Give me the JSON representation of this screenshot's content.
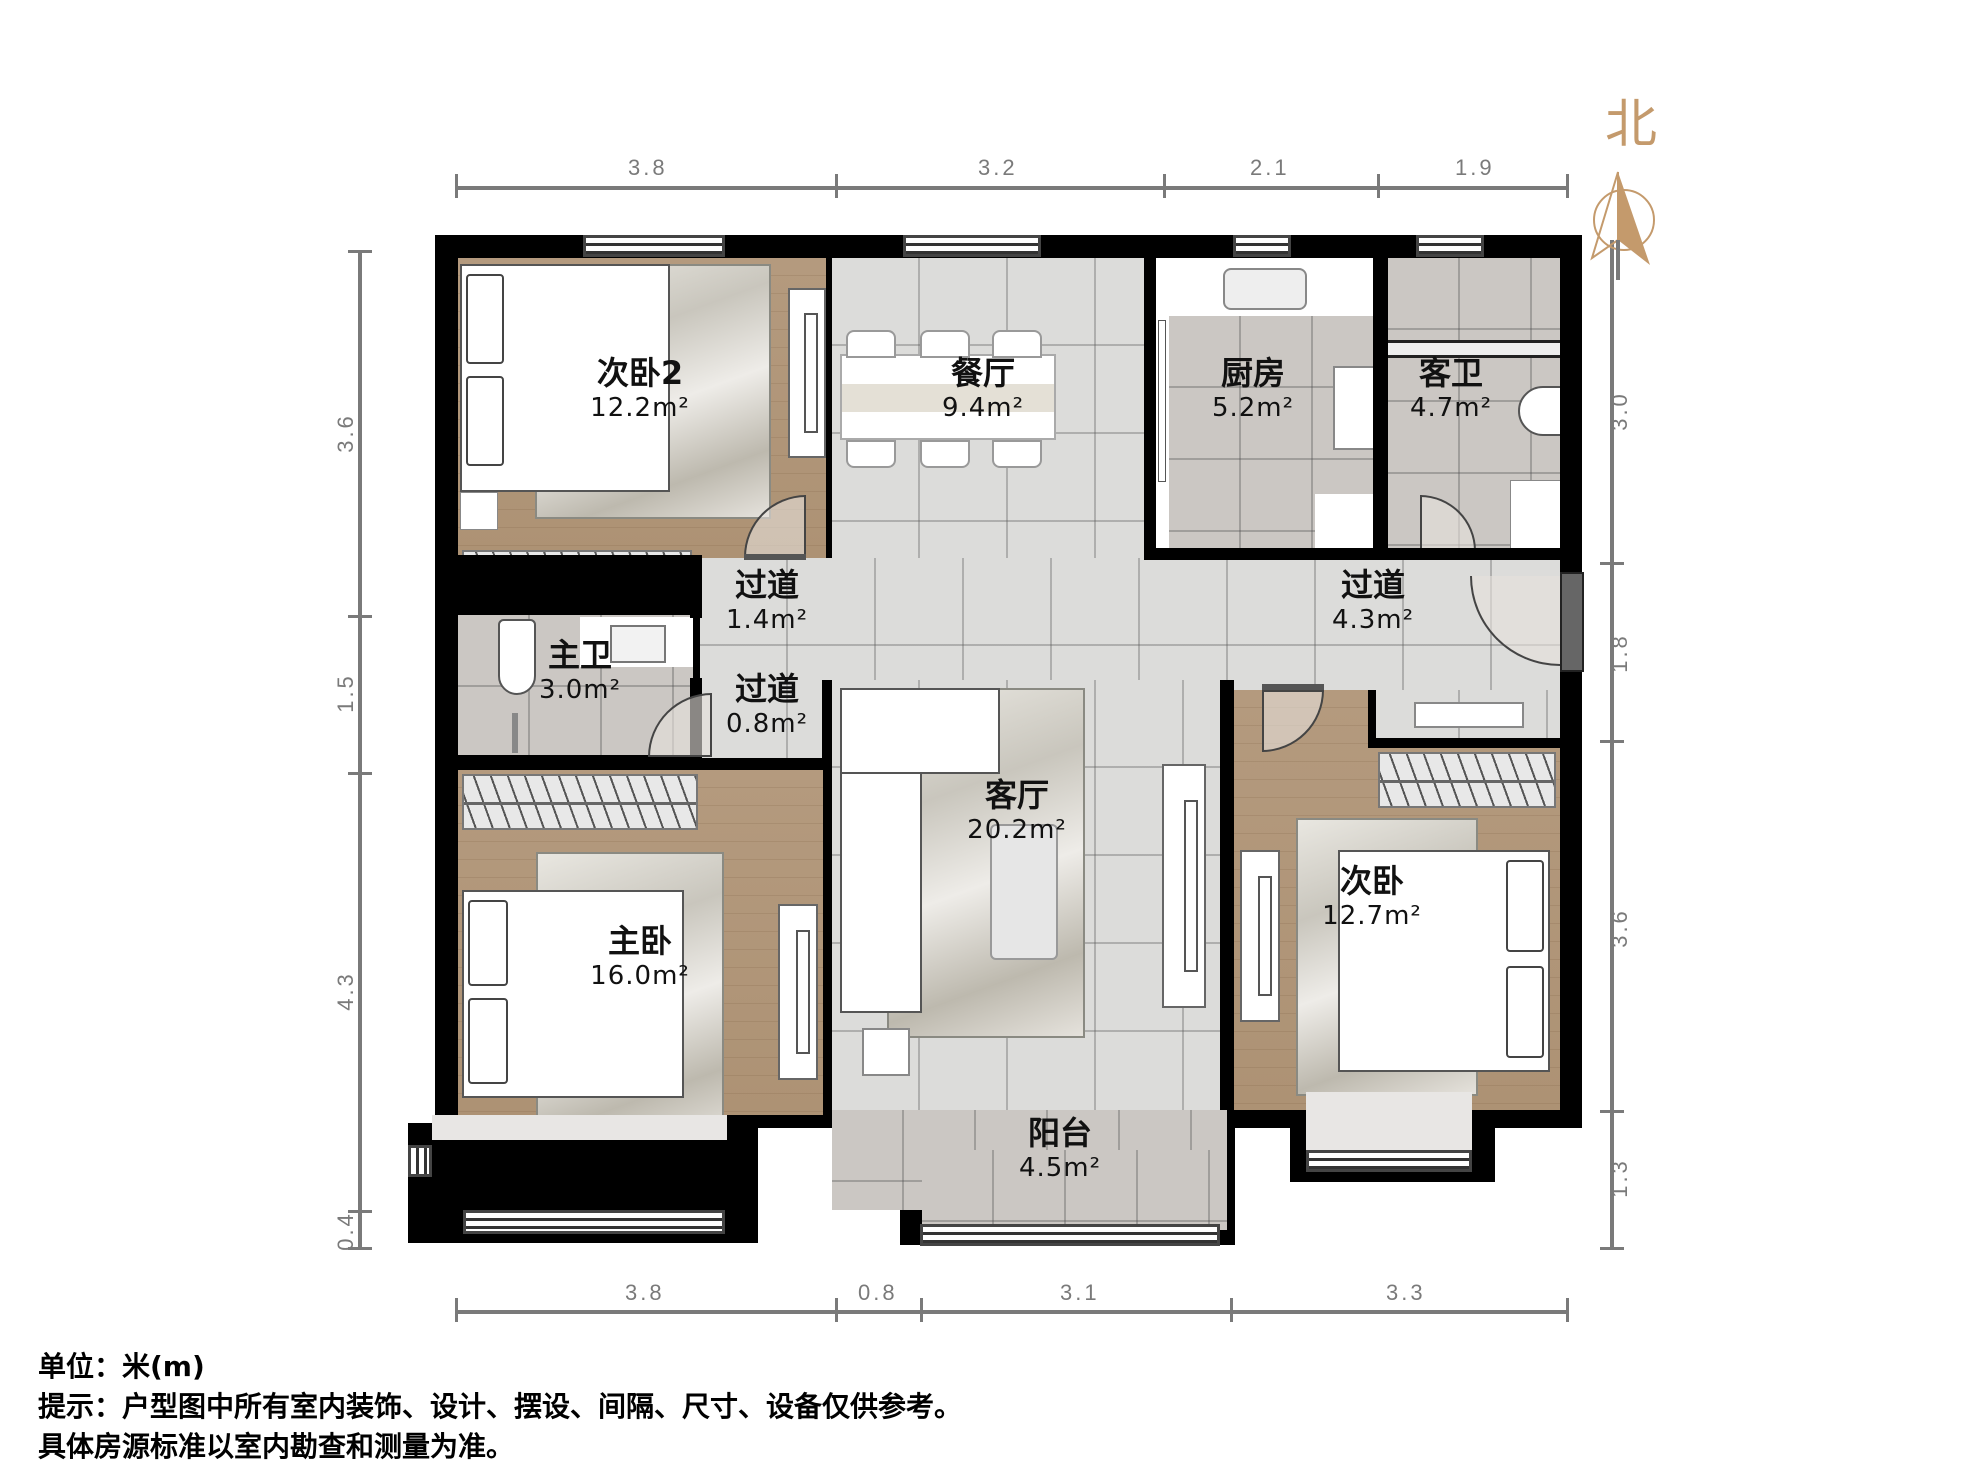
{
  "compass": {
    "label": "北",
    "color": "#c49a6c"
  },
  "dimensions": {
    "top": [
      {
        "label": "3.8"
      },
      {
        "label": "3.2"
      },
      {
        "label": "2.1"
      },
      {
        "label": "1.9"
      }
    ],
    "bottom": [
      {
        "label": "3.8"
      },
      {
        "label": "0.8"
      },
      {
        "label": "3.1"
      },
      {
        "label": "3.3"
      }
    ],
    "left": [
      {
        "label": "3.6"
      },
      {
        "label": "1.5"
      },
      {
        "label": "4.3"
      },
      {
        "label": "0.4"
      }
    ],
    "right": [
      {
        "label": "3.0"
      },
      {
        "label": "1.8"
      },
      {
        "label": "3.6"
      },
      {
        "label": "1.3"
      }
    ]
  },
  "rooms": {
    "bedroom2": {
      "name": "次卧2",
      "area": "12.2m²"
    },
    "dining": {
      "name": "餐厅",
      "area": "9.4m²"
    },
    "kitchen": {
      "name": "厨房",
      "area": "5.2m²"
    },
    "guest_bath": {
      "name": "客卫",
      "area": "4.7m²"
    },
    "hall1": {
      "name": "过道",
      "area": "1.4m²"
    },
    "hall2": {
      "name": "过道",
      "area": "4.3m²"
    },
    "master_bath": {
      "name": "主卫",
      "area": "3.0m²"
    },
    "hall3": {
      "name": "过道",
      "area": "0.8m²"
    },
    "living": {
      "name": "客厅",
      "area": "20.2m²"
    },
    "bedroom": {
      "name": "次卧",
      "area": "12.7m²"
    },
    "master": {
      "name": "主卧",
      "area": "16.0m²"
    },
    "balcony": {
      "name": "阳台",
      "area": "4.5m²"
    }
  },
  "footer": {
    "unit": "单位：米(m)",
    "notice": "提示：户型图中所有室内装饰、设计、摆设、间隔、尺寸、设备仅供参考。",
    "disclaimer": "具体房源标准以室内勘查和测量为准。"
  }
}
